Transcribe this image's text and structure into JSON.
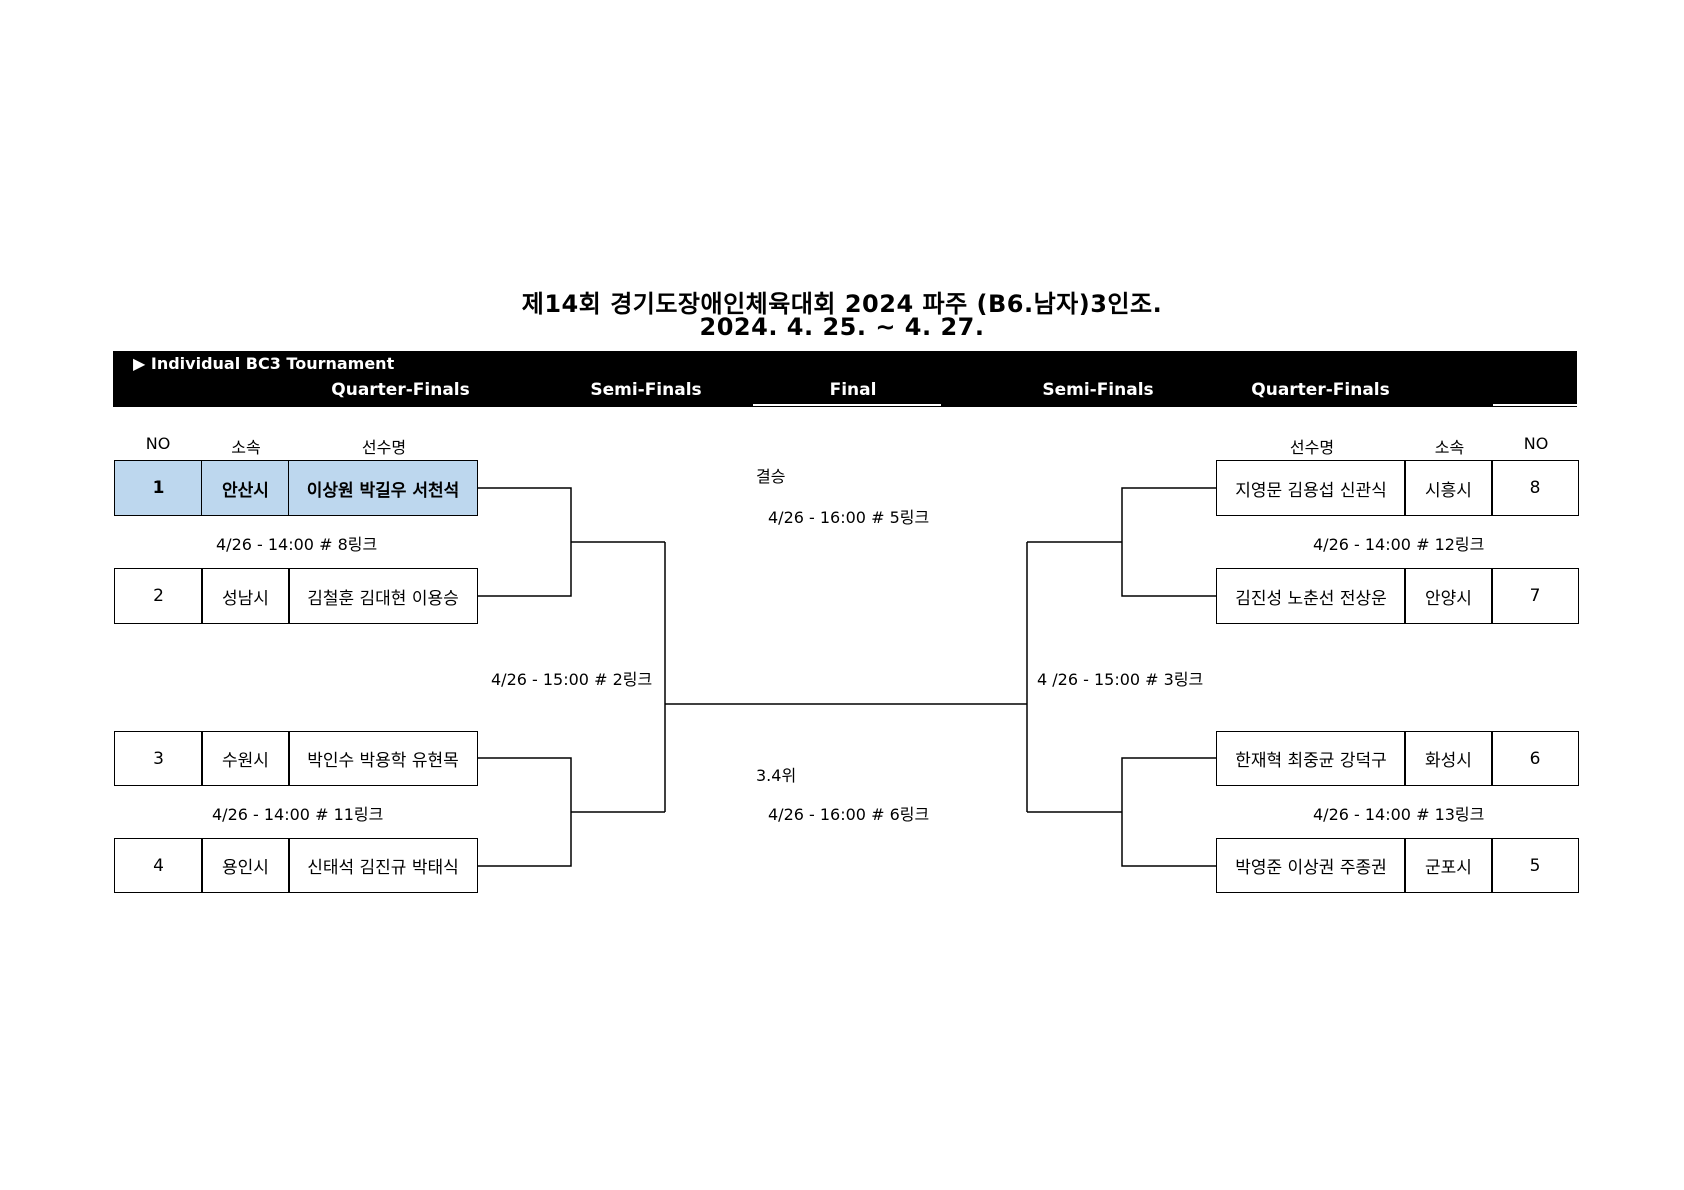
{
  "header": {
    "title": "제14회 경기도장애인체육대회 2024 파주 (B6.남자)3인조.",
    "dates": "2024. 4. 25. ~ 4. 27."
  },
  "banner": {
    "subtitle": "▶ Individual BC3 Tournament",
    "rounds": [
      "Quarter-Finals",
      "Semi-Finals",
      "Final",
      "Semi-Finals",
      "Quarter-Finals"
    ]
  },
  "columns": {
    "no": "NO",
    "affiliation": "소속",
    "players": "선수명"
  },
  "teams_left": [
    {
      "no": "1",
      "affiliation": "안산시",
      "players": "이상원  박길우 서천석",
      "highlight": true
    },
    {
      "no": "2",
      "affiliation": "성남시",
      "players": "김철훈 김대현 이용승"
    },
    {
      "no": "3",
      "affiliation": "수원시",
      "players": "박인수 박용학 유현목"
    },
    {
      "no": "4",
      "affiliation": "용인시",
      "players": "신태석 김진규 박태식"
    }
  ],
  "teams_right": [
    {
      "no": "8",
      "affiliation": "시흥시",
      "players": "지영문 김용섭 신관식"
    },
    {
      "no": "7",
      "affiliation": "안양시",
      "players": "김진성 노춘선 전상운"
    },
    {
      "no": "6",
      "affiliation": "화성시",
      "players": "한재혁 최중균 강덕구"
    },
    {
      "no": "5",
      "affiliation": "군포시",
      "players": "박영준 이상권 주종권"
    }
  ],
  "matches": {
    "qf_left_top": "4/26 - 14:00 # 8링크",
    "qf_left_bottom": "4/26 - 14:00 # 11링크",
    "qf_right_top": "4/26 - 14:00 # 12링크",
    "qf_right_bottom": "4/26 - 14:00 # 13링크",
    "sf_left": "4/26 - 15:00 # 2링크",
    "sf_right": "4 /26 - 15:00 # 3링크",
    "final_label": "결승",
    "final_time": "4/26 - 16:00 # 5링크",
    "third_label": "3.4위",
    "third_time": "4/26 - 16:00 # 6링크"
  },
  "colors": {
    "highlight": "#bdd7ee",
    "banner": "#000000"
  }
}
